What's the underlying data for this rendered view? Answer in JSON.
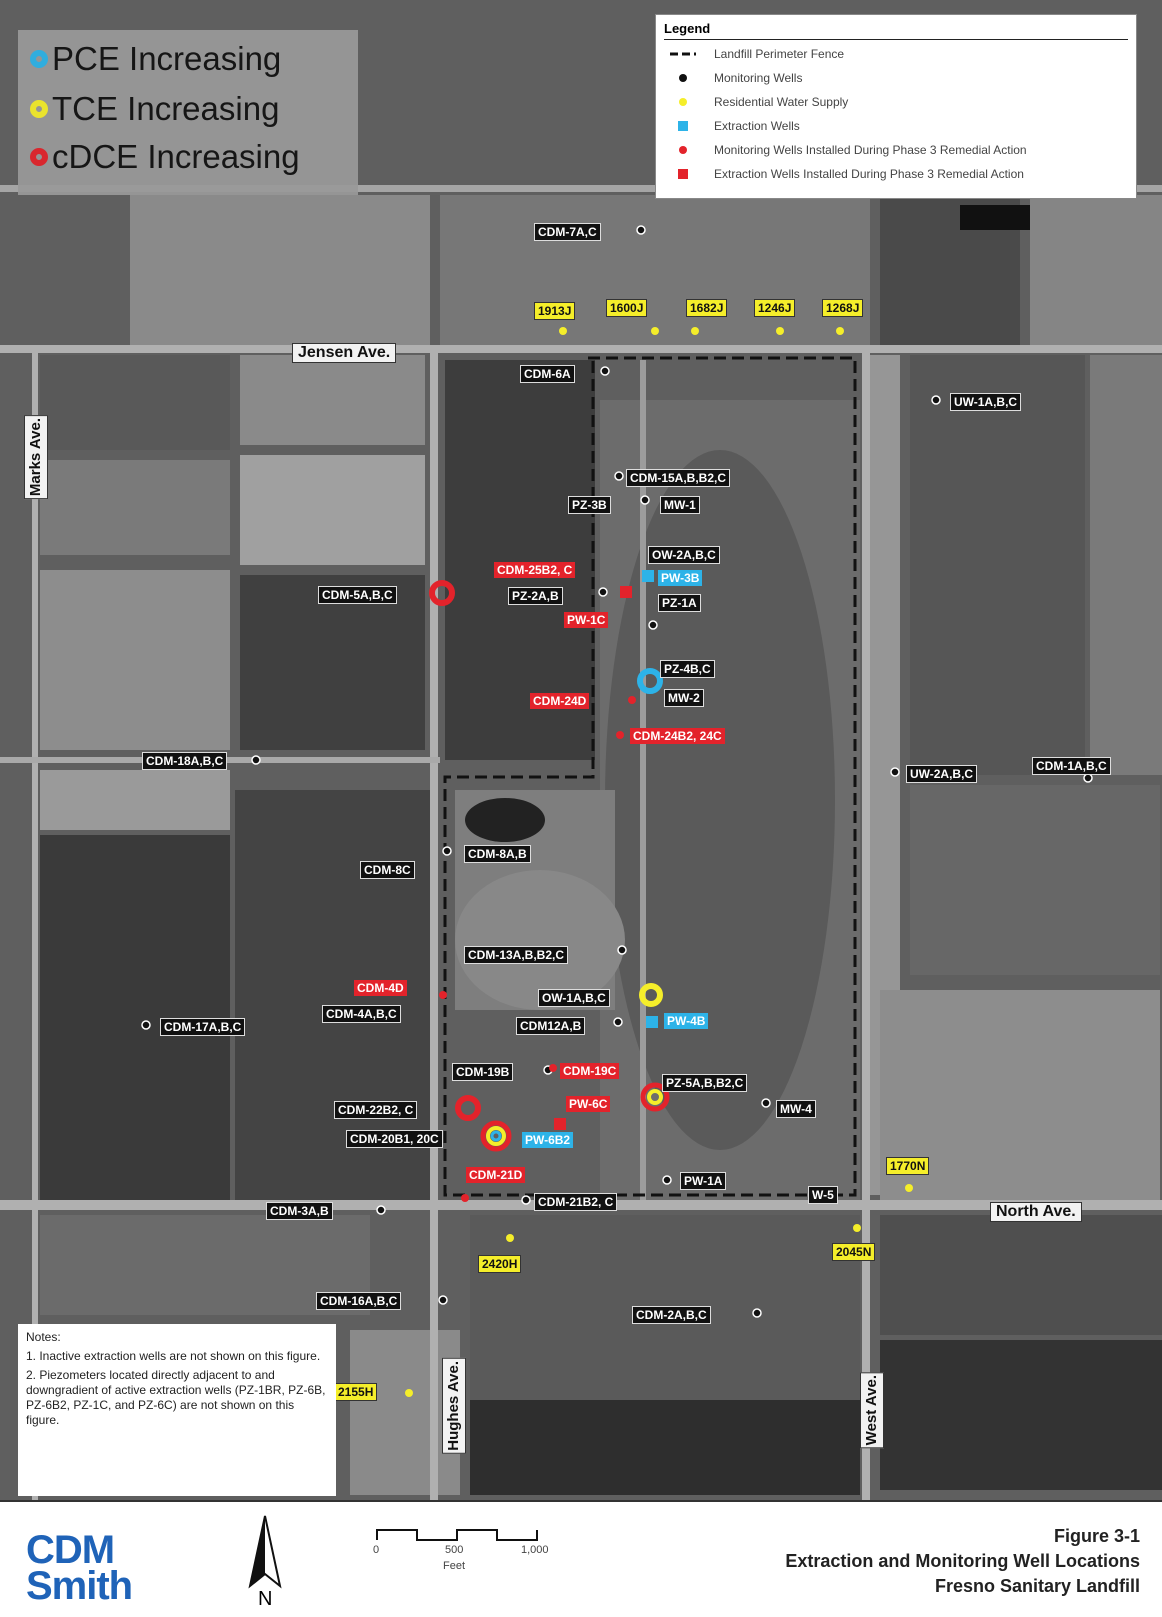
{
  "trend_legend": [
    {
      "label": "PCE Increasing",
      "color": "#2db3e8"
    },
    {
      "label": "TCE Increasing",
      "color": "#f5ee2a"
    },
    {
      "label": "cDCE Increasing",
      "color": "#e3232b"
    }
  ],
  "legend": {
    "title": "Legend",
    "items": [
      {
        "symbol": "dash-line",
        "label": "Landfill Perimeter Fence"
      },
      {
        "symbol": "black-dot",
        "label": "Monitoring Wells"
      },
      {
        "symbol": "yellow-dot",
        "label": "Residential Water Supply"
      },
      {
        "symbol": "blue-square",
        "label": "Extraction Wells"
      },
      {
        "symbol": "red-dot",
        "label": "Monitoring Wells Installed During Phase 3 Remedial Action"
      },
      {
        "symbol": "red-square",
        "label": "Extraction Wells Installed During Phase 3 Remedial Action"
      }
    ]
  },
  "roads": {
    "jensen": "Jensen Ave.",
    "marks": "Marks Ave.",
    "north": "North Ave.",
    "hughes": "Hughes Ave.",
    "west": "West Ave."
  },
  "wells": {
    "cdm7ac": "CDM-7A,C",
    "cdm6a": "CDM-6A",
    "uw1abc": "UW-1A,B,C",
    "cdm15": "CDM-15A,B,B2,C",
    "pz3b": "PZ-3B",
    "mw1": "MW-1",
    "ow2abc": "OW-2A,B,C",
    "cdm25b2c": "CDM-25B2, C",
    "pw3b": "PW-3B",
    "cdm5abc": "CDM-5A,B,C",
    "pz2ab": "PZ-2A,B",
    "pz1a": "PZ-1A",
    "pw1c": "PW-1C",
    "pz4bc": "PZ-4B,C",
    "cdm24d": "CDM-24D",
    "mw2": "MW-2",
    "cdm24b2": "CDM-24B2, 24C",
    "cdm18abc": "CDM-18A,B,C",
    "uw2abc": "UW-2A,B,C",
    "cdm1abc": "CDM-1A,B,C",
    "cdm8ab": "CDM-8A,B",
    "cdm8c": "CDM-8C",
    "cdm13": "CDM-13A,B,B2,C",
    "cdm4d": "CDM-4D",
    "ow1abc": "OW-1A,B,C",
    "cdm4abc": "CDM-4A,B,C",
    "cdm17abc": "CDM-17A,B,C",
    "cdm12ab": "CDM12A,B",
    "pw4b": "PW-4B",
    "cdm19b": "CDM-19B",
    "cdm19c": "CDM-19C",
    "pz5a": "PZ-5A,B,B2,C",
    "pw6c": "PW-6C",
    "mw4": "MW-4",
    "cdm22b2c": "CDM-22B2, C",
    "cdm20b1": "CDM-20B1, 20C",
    "pw6b2": "PW-6B2",
    "cdm21d": "CDM-21D",
    "pw1a": "PW-1A",
    "w5": "W-5",
    "cdm3ab": "CDM-3A,B",
    "cdm21b2c": "CDM-21B2, C",
    "cdm16abc": "CDM-16A,B,C",
    "cdm2abc": "CDM-2A,B,C"
  },
  "residences": {
    "r1913": "1913J",
    "r1600": "1600J",
    "r1682": "1682J",
    "r1246": "1246J",
    "r1268": "1268J",
    "r1770n": "1770N",
    "r2045n": "2045N",
    "r2420h": "2420H",
    "r2155h": "2155H"
  },
  "notes": {
    "title": "Notes:",
    "items": [
      "1. Inactive extraction wells are not shown on this figure.",
      "2. Piezometers located directly adjacent to and downgradient of active extraction wells (PZ-1BR, PZ-6B, PZ-6B2, PZ-1C, and PZ-6C) are not shown on this figure."
    ]
  },
  "footer": {
    "logo_line1": "CDM",
    "logo_line2": "Smith",
    "north": "N",
    "scale_ticks": [
      "0",
      "500",
      "1,000"
    ],
    "scale_unit": "Feet",
    "figure_number": "Figure 3-1",
    "title_line1": "Extraction and Monitoring Well Locations",
    "title_line2": "Fresno Sanitary Landfill"
  }
}
